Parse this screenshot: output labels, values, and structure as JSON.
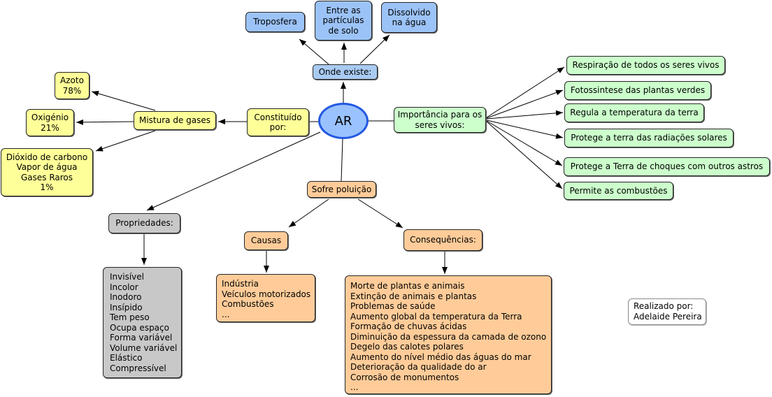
{
  "concept_map": {
    "central": {
      "label": "AR"
    },
    "location": {
      "link_label": "Onde existe:",
      "places": [
        "Troposfera",
        "Entre as\npartículas\nde solo",
        "Dissolvido\nna água"
      ]
    },
    "composition": {
      "link_label": "Constituído\npor:",
      "mixture_label": "Mistura de gases",
      "gases": [
        "Azoto\n78%",
        "Oxigénio\n21%",
        "Dióxido de carbono\nVapor de água\nGases Raros\n1%"
      ]
    },
    "importance": {
      "link_label": "Importância para os\nseres vivos:",
      "items": [
        "Respiração de todos os seres vivos",
        "Fotossintese das plantas verdes",
        "Regula a temperatura da terra",
        "Protege a terra das radiações solares",
        "Protege a Terra de choques com outros astros",
        "Permite as combustões"
      ]
    },
    "pollution": {
      "link_label": "Sofre poluição",
      "causes": {
        "label": "Causas",
        "items": [
          "Indústria",
          "Veículos motorizados",
          "Combustões",
          "..."
        ]
      },
      "consequences": {
        "label": "Consequências:",
        "items": [
          "Morte de plantas e animais",
          "Extinção de animais e plantas",
          "Problemas de saúde",
          "Aumento global da temperatura da Terra",
          "Formação de chuvas ácidas",
          "Diminuição da espessura da camada de ozono",
          "Degelo das calotes polares",
          "Aumento do nível médio das águas do mar",
          "Deterioração da qualidade do ar",
          "Corrosão de monumentos",
          "..."
        ]
      }
    },
    "properties": {
      "label": "Propriedades:",
      "items": [
        "Invisível",
        "Incolor",
        "Inodoro",
        "Insípido",
        "Tem peso",
        "Ocupa espaço",
        "Forma variável",
        "Volume variável",
        "Elástico",
        "Compressível"
      ]
    },
    "credits": {
      "label": "Realizado por:",
      "author": "Adelaide Pereira"
    }
  },
  "colors": {
    "concept_blue": "#9cc3f7",
    "link_blue": "#a9cbf2",
    "central_fill": "#99c2ff",
    "central_outline": "#2358e0",
    "yellow": "#ffff99",
    "green": "#ccffcc",
    "orange": "#ffcc99",
    "gray": "#c8c8c8",
    "credits_fill": "#ffffff"
  }
}
